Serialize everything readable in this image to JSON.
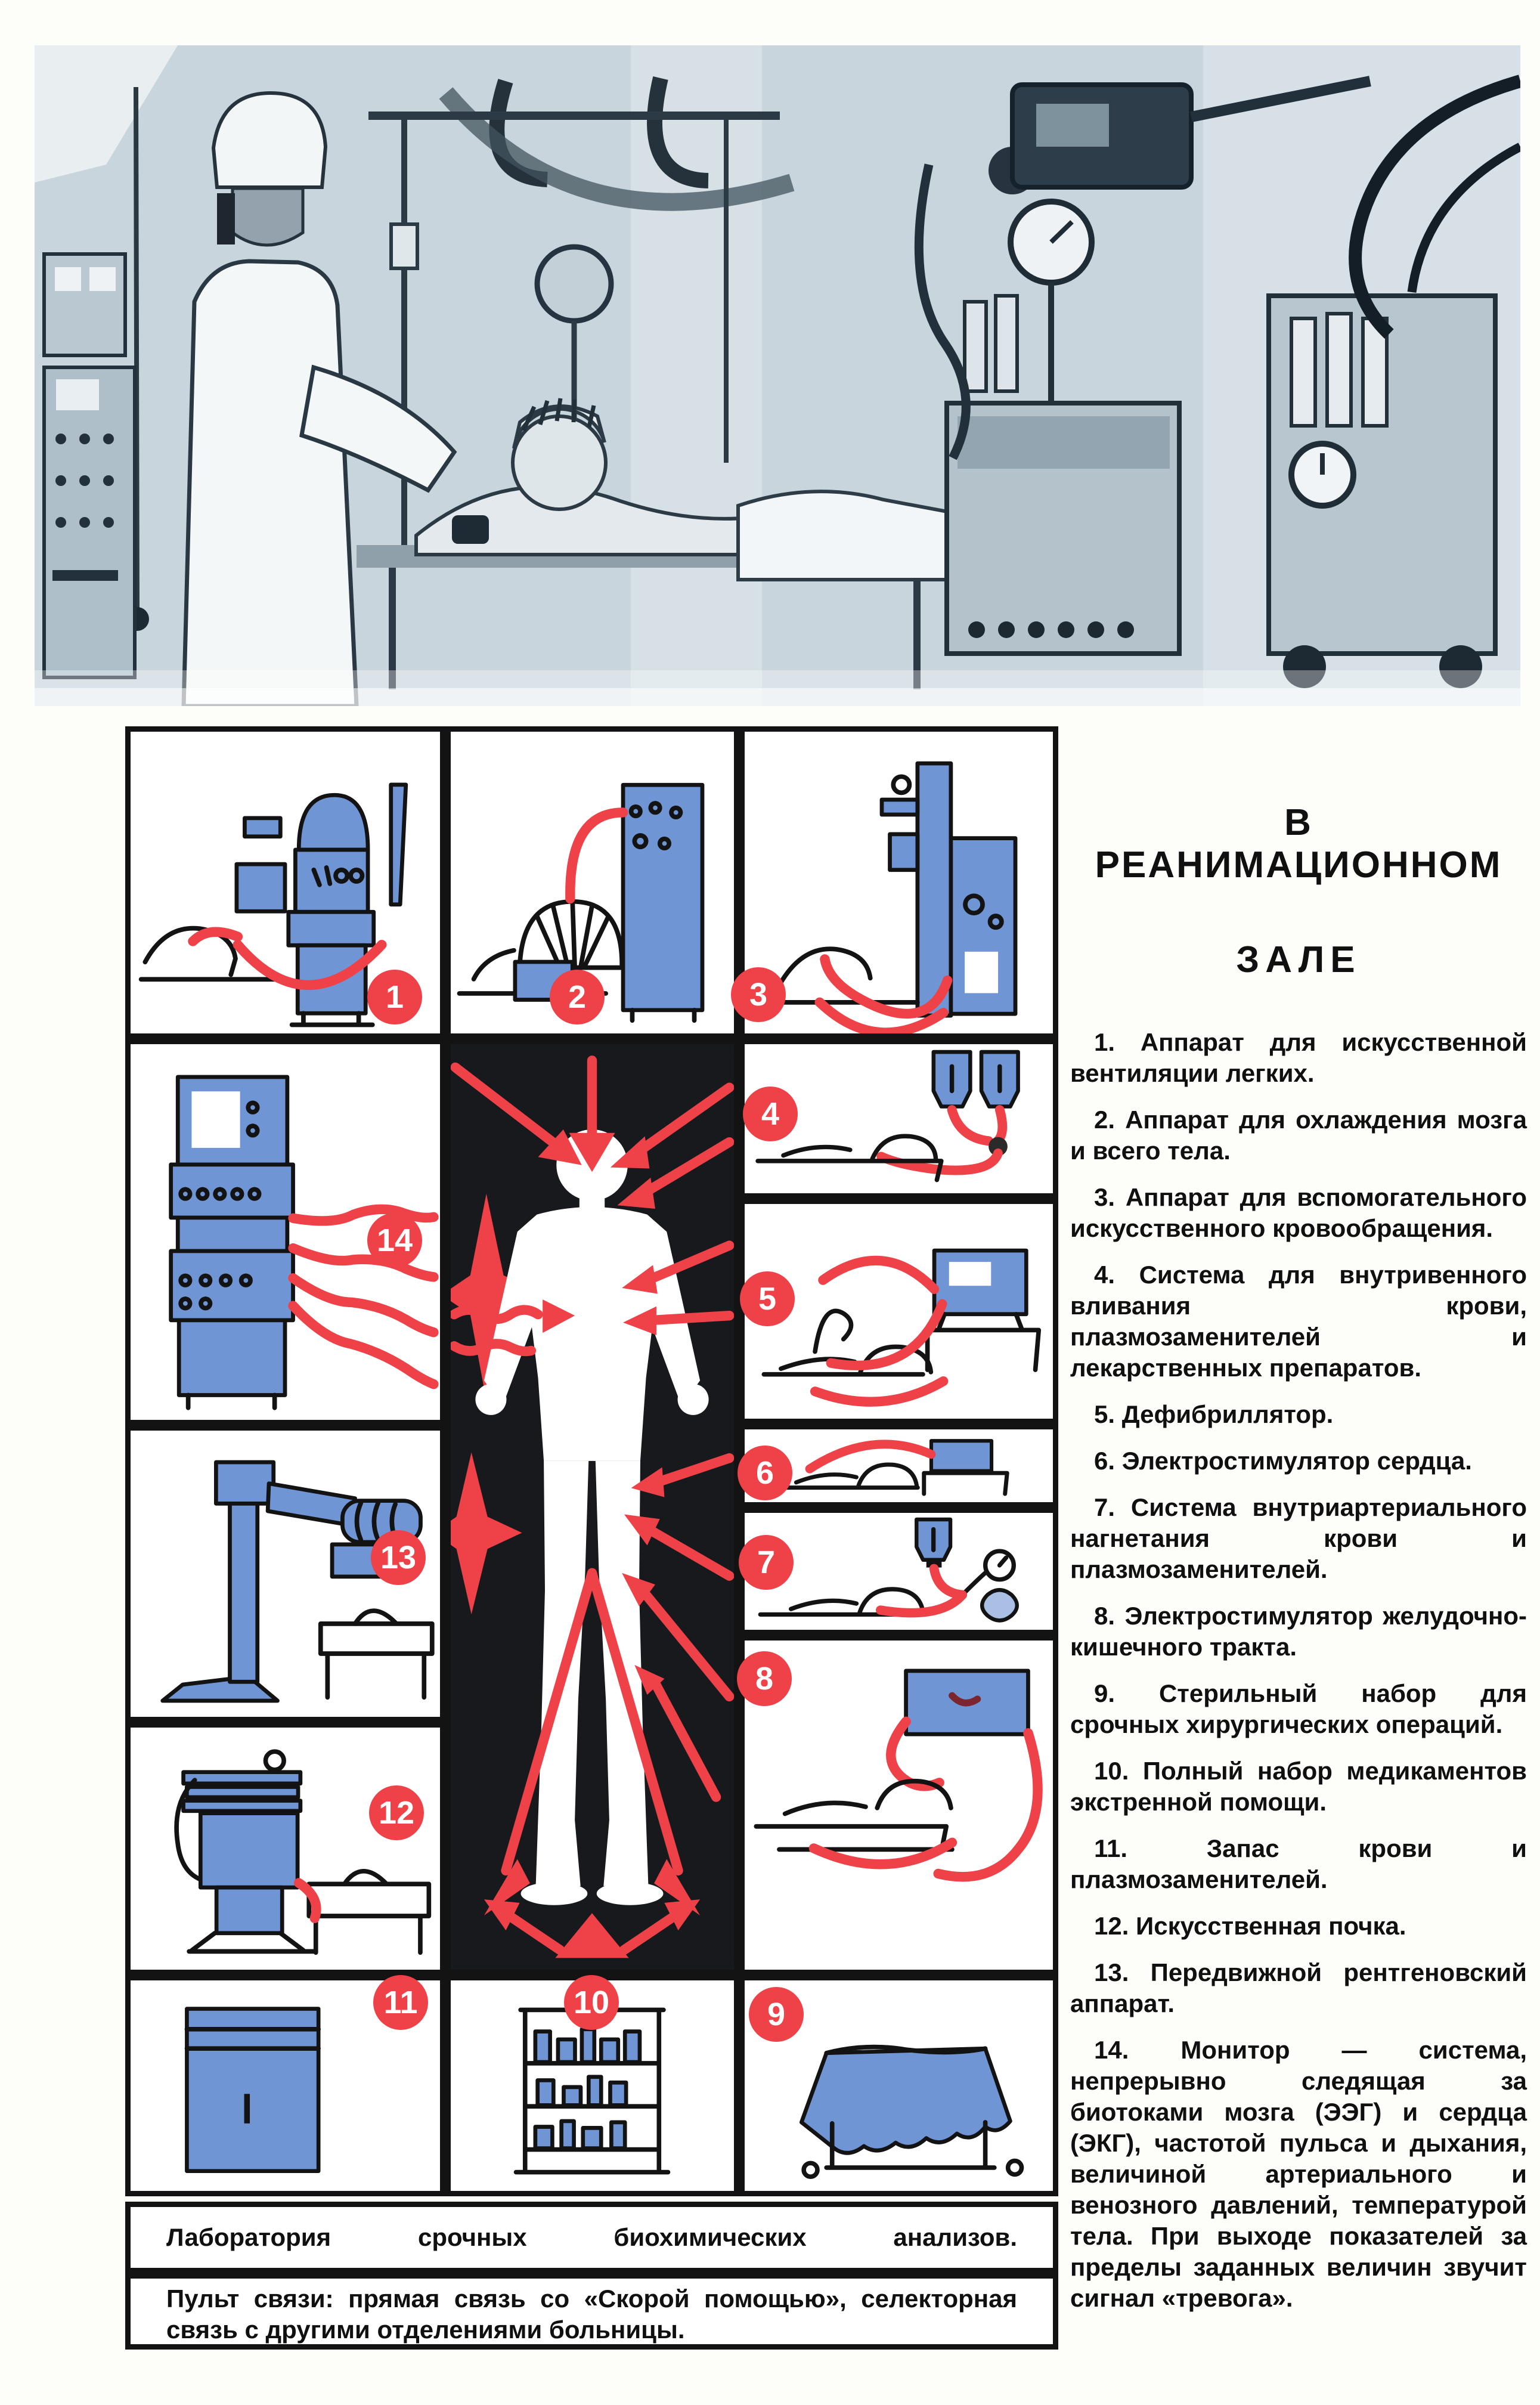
{
  "title": {
    "line1": "В  РЕАНИМАЦИОННОМ",
    "line2": "ЗАЛЕ"
  },
  "legend": {
    "items": [
      "1. Аппарат для искусственной вентиляции легких.",
      "2. Аппарат для охлаждения мозга и всего тела.",
      "3. Аппарат для вспомогательного искусственного кровообращения.",
      "4. Система для внутривенного вливания крови, плазмозаменителей и лекарственных препаратов.",
      "5. Дефибриллятор.",
      "6. Электростимулятор сердца.",
      "7. Система внутриартериального нагнетания крови и плазмозаменителей.",
      "8. Электростимулятор желудочно-кишечного тракта.",
      "9. Стерильный набор для срочных хирургических операций.",
      "10. Полный набор медикаментов экстренной помощи.",
      "11. Запас крови и плазмозаменителей.",
      "12. Искусственная почка.",
      "13. Передвижной рентгеновский аппарат.",
      "14. Монитор — система, непрерывно следящая за биотоками мозга (ЭЭГ) и сердца (ЭКГ), частотой пульса и дыхания, величиной артериального и венозного давлений, температурой тела. При выходе показателей за пределы заданных величин звучит сигнал «тревога»."
    ]
  },
  "diagram": {
    "panel_numbers": [
      "1",
      "2",
      "3",
      "4",
      "5",
      "6",
      "7",
      "8",
      "9",
      "10",
      "11",
      "12",
      "13",
      "14"
    ],
    "captions": {
      "lab": "Лаборатория срочных биохимических анализов.",
      "console": "Пульт связи: прямая связь со «Скорой помощью», селекторная связь с другими отделениями больницы."
    },
    "colors": {
      "accent_red": "#ee4148",
      "device_blue": "#6f95d4",
      "panel_black": "#17191d"
    }
  }
}
